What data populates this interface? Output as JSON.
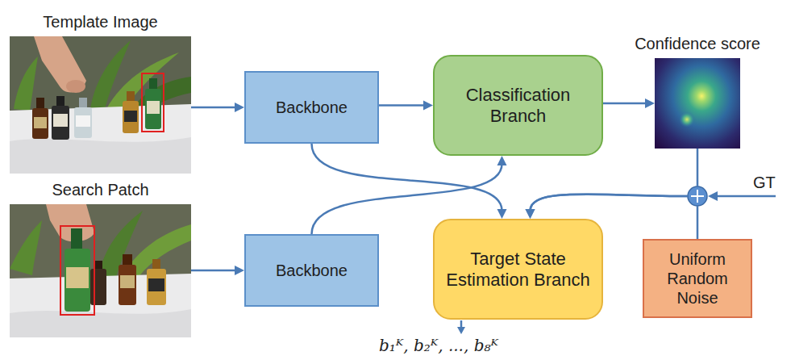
{
  "diagram": {
    "nodes": [
      {
        "text": [
          "Template Image"
        ]
      },
      {
        "text": [
          "Backbone"
        ]
      },
      {
        "text": [
          "Classification Branch"
        ]
      },
      {
        "text": [
          "Confidence score"
        ]
      },
      {
        "text": [
          "Search Patch"
        ]
      },
      {
        "text": [
          "Backbone"
        ]
      },
      {
        "text": [
          "Target State Estimation Branch"
        ]
      },
      {
        "text": [
          "Uniform Random Noise"
        ]
      }
    ],
    "edges": [
      {
        "from": 0,
        "to": 1,
        "arrow": "to"
      },
      {
        "from": 1,
        "to": 2,
        "arrow": "to"
      },
      {
        "from": 2,
        "to": 3,
        "arrow": "to"
      },
      {
        "from": 1,
        "to": 6,
        "arrow": "to"
      },
      {
        "from": 4,
        "to": 5,
        "arrow": "to"
      },
      {
        "from": 5,
        "to": 2,
        "arrow": "to"
      },
      {
        "from": 3,
        "to": 6,
        "arrow": "to"
      },
      {
        "from": 7,
        "to": 6,
        "arrow": "to"
      }
    ],
    "labels": [
      "GT",
      "b₁ᴷ, b₂ᴷ, ..., b₈ᴷ"
    ]
  }
}
